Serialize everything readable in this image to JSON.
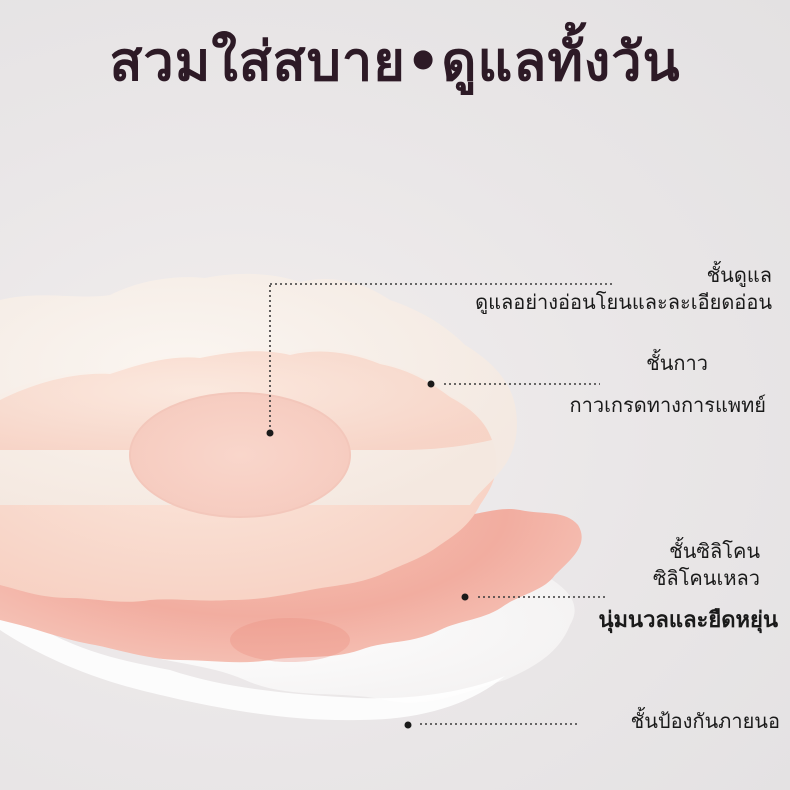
{
  "title": "สวมใส่สบาย•ดูแลทั้งวัน",
  "layers": [
    {
      "name": "ชั้นดูแล",
      "desc": "ดูแลอย่างอ่อนโยนและละเอียดอ่อน"
    },
    {
      "name": "ชั้นกาว",
      "desc": "กาวเกรดทางการแพทย์"
    },
    {
      "name": "ชั้นซิลิโคน",
      "desc": "ซิลิโคนเหลว",
      "desc2": "นุ่มนวลและยืดหยุ่น"
    },
    {
      "name": "ชั้นป้องกันภายนอ"
    }
  ],
  "colors": {
    "title": "#2d1a26",
    "background": "#eceaea",
    "care_layer": "#f7efe8",
    "adhesive_layer": "#f8d9cc",
    "silicone_layer": "#f3b6a6",
    "outer_layer": "#ffffff"
  }
}
